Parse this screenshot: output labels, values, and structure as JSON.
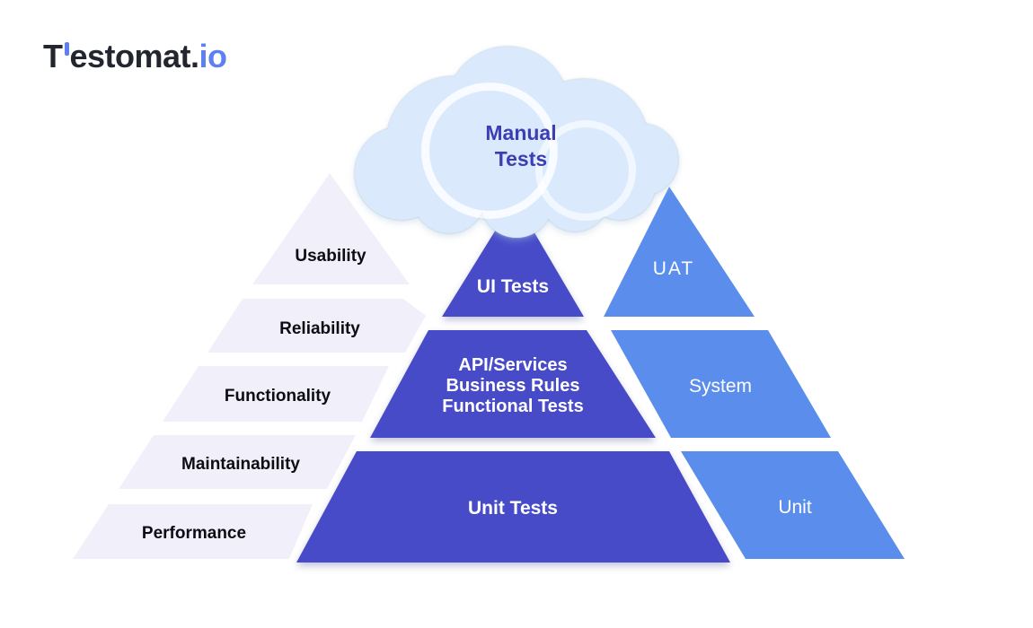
{
  "logo": {
    "prefix": "T",
    "name": "estomat.",
    "suffix": "io"
  },
  "cloud": {
    "line1": "Manual",
    "line2": "Tests"
  },
  "center_pyramid": {
    "levels": [
      {
        "id": "ui-tests",
        "label": "UI Tests"
      },
      {
        "id": "service-tests",
        "lines": [
          "API/Services",
          "Business Rules",
          "Functional Tests"
        ]
      },
      {
        "id": "unit-tests",
        "label": "Unit Tests"
      }
    ]
  },
  "right_stack": {
    "items": [
      {
        "id": "uat",
        "label": "UAT"
      },
      {
        "id": "system",
        "label": "System"
      },
      {
        "id": "unit",
        "label": "Unit"
      }
    ]
  },
  "left_stack": {
    "items": [
      {
        "id": "usability",
        "label": "Usability"
      },
      {
        "id": "reliability",
        "label": "Reliability"
      },
      {
        "id": "functionality",
        "label": "Functionality"
      },
      {
        "id": "maintainability",
        "label": "Maintainability"
      },
      {
        "id": "performance",
        "label": "Performance"
      }
    ]
  },
  "colors": {
    "primary": "#474bc8",
    "secondary": "#5b8eec",
    "tertiary": "#f1f0fa",
    "cloud-fill": "#daeafc",
    "cloud-text": "#3c3eb3",
    "label-dark": "#0c0d12",
    "shape-text": "#ffffff",
    "logo-dark": "#23262e",
    "logo-accent": "#5c7ff2"
  }
}
